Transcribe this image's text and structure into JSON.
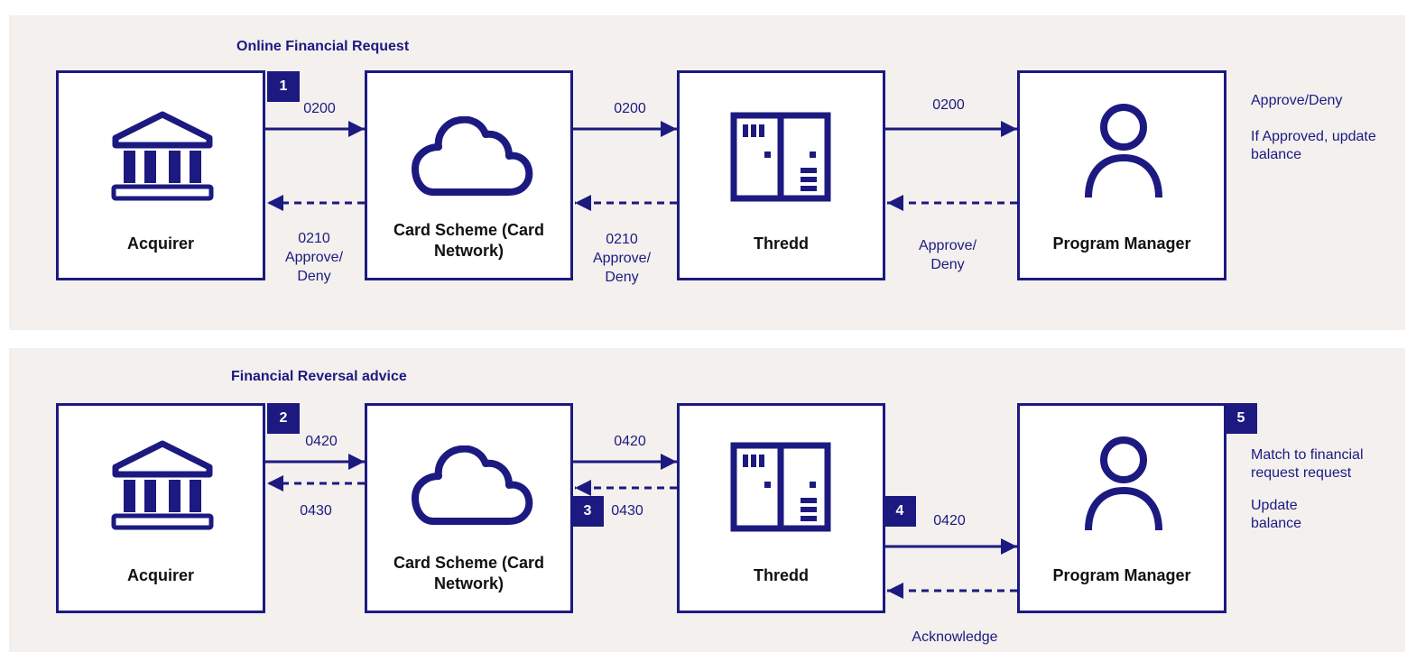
{
  "colors": {
    "primary": "#1c1a80",
    "panel_bg": "#f3f0ee",
    "box_bg": "#ffffff"
  },
  "sections": [
    {
      "title": "Online Financial Request",
      "boxes": [
        {
          "label": "Acquirer",
          "icon": "bank-icon"
        },
        {
          "label": "Card Scheme (Card Network)",
          "icon": "cloud-icon"
        },
        {
          "label": "Thredd",
          "icon": "building-icon"
        },
        {
          "label": "Program Manager",
          "icon": "person-icon"
        }
      ],
      "badges": [
        "1"
      ],
      "messages": {
        "acq_to_scheme": "0200",
        "scheme_to_thredd": "0200",
        "thredd_to_pm": "0200",
        "scheme_to_acq": "0210\nApprove/\nDeny",
        "thredd_to_scheme": "0210\nApprove/\nDeny",
        "pm_to_thredd": "Approve/\nDeny"
      },
      "notes": [
        "Approve/Deny",
        "If Approved, update\nbalance"
      ]
    },
    {
      "title": "Financial Reversal advice",
      "boxes": [
        {
          "label": "Acquirer",
          "icon": "bank-icon"
        },
        {
          "label": "Card Scheme (Card Network)",
          "icon": "cloud-icon"
        },
        {
          "label": "Thredd",
          "icon": "building-icon"
        },
        {
          "label": "Program Manager",
          "icon": "person-icon"
        }
      ],
      "badges": [
        "2",
        "3",
        "4",
        "5"
      ],
      "messages": {
        "acq_to_scheme": "0420",
        "scheme_to_acq": "0430",
        "scheme_to_thredd": "0420",
        "thredd_to_scheme": "0430",
        "thredd_to_pm": "0420",
        "pm_to_thredd": "Acknowledge"
      },
      "notes": [
        "Match to financial\nrequest request",
        "Update\nbalance"
      ]
    }
  ]
}
